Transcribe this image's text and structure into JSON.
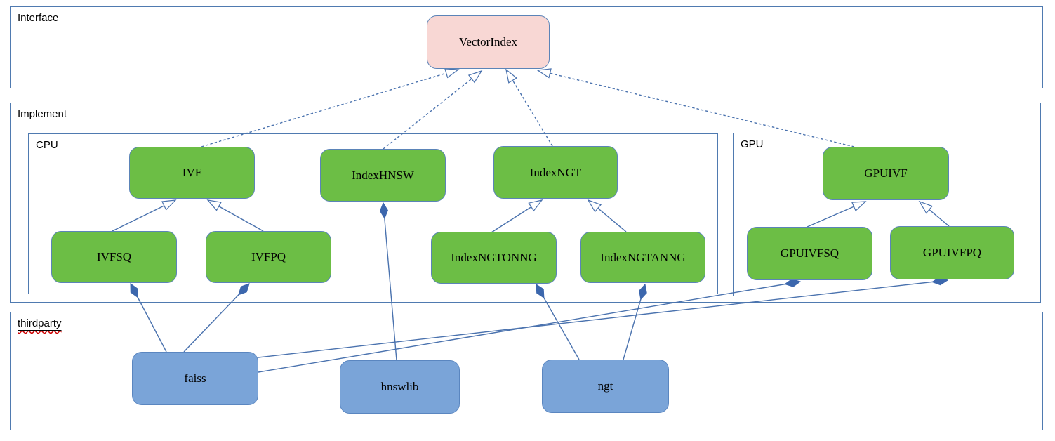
{
  "containers": {
    "interface": "Interface",
    "implement": "Implement",
    "cpu": "CPU",
    "gpu": "GPU",
    "thirdparty": "thirdparty"
  },
  "nodes": {
    "vectorindex": {
      "label": "VectorIndex",
      "container": "interface",
      "fill": "pink"
    },
    "ivf": {
      "label": "IVF",
      "container": "cpu",
      "fill": "green"
    },
    "indexhnsw": {
      "label": "IndexHNSW",
      "container": "cpu",
      "fill": "green"
    },
    "indexngt": {
      "label": "IndexNGT",
      "container": "cpu",
      "fill": "green"
    },
    "ivfsq": {
      "label": "IVFSQ",
      "container": "cpu",
      "fill": "green"
    },
    "ivfpq": {
      "label": "IVFPQ",
      "container": "cpu",
      "fill": "green"
    },
    "indexngtonng": {
      "label": "IndexNGTONNG",
      "container": "cpu",
      "fill": "green"
    },
    "indexngtanng": {
      "label": "IndexNGTANNG",
      "container": "cpu",
      "fill": "green"
    },
    "gpuivf": {
      "label": "GPUIVF",
      "container": "gpu",
      "fill": "green"
    },
    "gpuivfsq": {
      "label": "GPUIVFSQ",
      "container": "gpu",
      "fill": "green"
    },
    "gpuivfpq": {
      "label": "GPUIVFPQ",
      "container": "gpu",
      "fill": "green"
    },
    "faiss": {
      "label": "faiss",
      "container": "thirdparty",
      "fill": "blue"
    },
    "hnswlib": {
      "label": "hnswlib",
      "container": "thirdparty",
      "fill": "blue"
    },
    "ngt": {
      "label": "ngt",
      "container": "thirdparty",
      "fill": "blue"
    }
  },
  "edges": [
    {
      "from": "IVF",
      "to": "VectorIndex",
      "type": "realization-dashed-hollow-arrow"
    },
    {
      "from": "IndexHNSW",
      "to": "VectorIndex",
      "type": "realization-dashed-hollow-arrow"
    },
    {
      "from": "IndexNGT",
      "to": "VectorIndex",
      "type": "realization-dashed-hollow-arrow"
    },
    {
      "from": "GPUIVF",
      "to": "VectorIndex",
      "type": "realization-dashed-hollow-arrow"
    },
    {
      "from": "IVFSQ",
      "to": "IVF",
      "type": "generalization-hollow-arrow"
    },
    {
      "from": "IVFPQ",
      "to": "IVF",
      "type": "generalization-hollow-arrow"
    },
    {
      "from": "IndexNGTONNG",
      "to": "IndexNGT",
      "type": "generalization-hollow-arrow"
    },
    {
      "from": "IndexNGTANNG",
      "to": "IndexNGT",
      "type": "generalization-hollow-arrow"
    },
    {
      "from": "GPUIVFSQ",
      "to": "GPUIVF",
      "type": "generalization-hollow-arrow"
    },
    {
      "from": "GPUIVFPQ",
      "to": "GPUIVF",
      "type": "generalization-hollow-arrow"
    },
    {
      "from": "faiss",
      "to": "IVFSQ",
      "type": "composition-filled-diamond"
    },
    {
      "from": "faiss",
      "to": "IVFPQ",
      "type": "composition-filled-diamond"
    },
    {
      "from": "faiss",
      "to": "GPUIVFSQ",
      "type": "composition-filled-diamond"
    },
    {
      "from": "faiss",
      "to": "GPUIVFPQ",
      "type": "composition-filled-diamond"
    },
    {
      "from": "hnswlib",
      "to": "IndexHNSW",
      "type": "composition-filled-diamond"
    },
    {
      "from": "ngt",
      "to": "IndexNGTONNG",
      "type": "composition-filled-diamond"
    },
    {
      "from": "ngt",
      "to": "IndexNGTANNG",
      "type": "composition-filled-diamond"
    }
  ],
  "colors": {
    "node_green": "#6cbe45",
    "node_pink": "#f8d7d4",
    "node_blue": "#7aa4d8",
    "node_border": "#5b84b8",
    "node_blue_border": "#5a86c0",
    "container_border": "#4f7ab0",
    "line": "#4a72ae",
    "diamond": "#3c67ad",
    "squiggle": "#cc0000"
  }
}
